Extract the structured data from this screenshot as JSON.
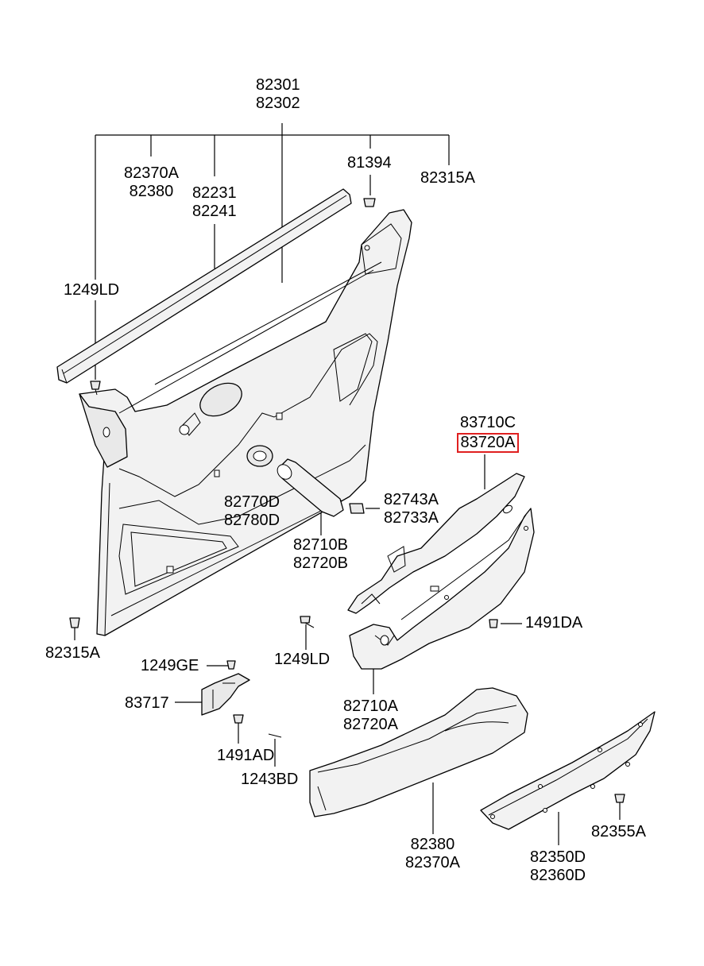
{
  "labels": {
    "top_assembly": [
      "82301",
      "82302"
    ],
    "upper_left_a": [
      "82370A",
      "82380"
    ],
    "upper_left_b": [
      "82231",
      "82241"
    ],
    "clip_top": "81394",
    "top_right": "82315A",
    "screw_left": "1249LD",
    "grip_part": [
      "83710C",
      "83720A"
    ],
    "escutcheon": [
      "82770D",
      "82780D"
    ],
    "bushing": [
      "82743A",
      "82733A"
    ],
    "pull_handle": [
      "82710B",
      "82720B"
    ],
    "screw_right_mid": "1491DA",
    "clip_bottom_left": "82315A",
    "screw_center": "1249LD",
    "screw_bracket": "1249GE",
    "bracket": "83717",
    "armrest": [
      "82710A",
      "82720A"
    ],
    "screw_low": "1491AD",
    "bolt_low": "1243BD",
    "lower_trim": [
      "82380",
      "82370A"
    ],
    "clip_right": "82355A",
    "map_pocket": [
      "82350D",
      "82360D"
    ]
  },
  "highlight": {
    "part": "83720A",
    "color": "#e02020"
  }
}
